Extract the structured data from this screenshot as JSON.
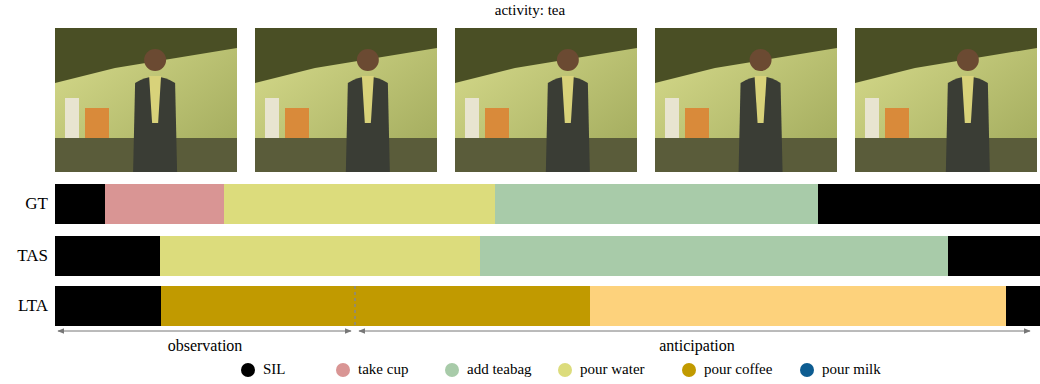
{
  "diagram": {
    "title": "activity: tea",
    "labels": [
      "GT",
      "TAS",
      "LTA",
      "observation",
      "anticipation"
    ],
    "legend": [
      {
        "text": "SIL",
        "color": "#000000"
      },
      {
        "text": "take cup",
        "color": "#d99594"
      },
      {
        "text": "add teabag",
        "color": "#a8cba9"
      },
      {
        "text": "pour water",
        "color": "#dcdc7c"
      },
      {
        "text": "pour coffee",
        "color": "#c19a00"
      },
      {
        "text": "pour milk",
        "color": "#0d5c91"
      }
    ]
  }
}
